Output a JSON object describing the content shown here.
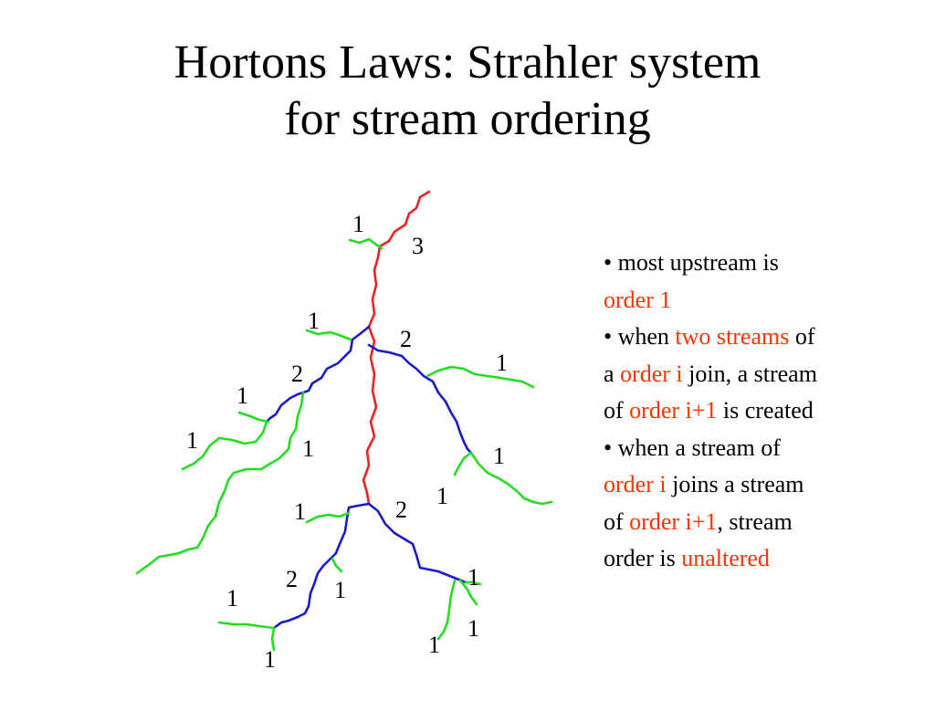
{
  "slide": {
    "title_line1": "Hortons Laws:  Strahler system",
    "title_line2": "for stream ordering"
  },
  "colors": {
    "order1": "#22dd22",
    "order2": "#1a1acc",
    "order3": "#ee2222",
    "highlight": "#ff3300"
  },
  "diagram": {
    "labels": [
      "1",
      "3",
      "1",
      "2",
      "1",
      "2",
      "1",
      "1",
      "1",
      "1",
      "1",
      "1",
      "2",
      "1",
      "2",
      "1",
      "1",
      "1",
      "1",
      "1"
    ]
  },
  "notes": {
    "b1_text": "• most upstream is",
    "b1_order1": "order 1",
    "b2_when": "• when ",
    "b2_two_streams": "two streams",
    "b2_of": " of",
    "b2_a": "a ",
    "b2_order_i": "order i",
    "b2_join": " join, a stream",
    "b2_of2": "of ",
    "b2_order_i1": "order i+1",
    "b2_created": " is created",
    "b3_when": "•  when a stream of",
    "b3_order_i": "order i",
    "b3_joins": " joins a stream",
    "b3_of": "of ",
    "b3_order_i1": "order i+1",
    "b3_stream": ", stream",
    "b3_order_is": "order is ",
    "b3_unaltered": "unaltered"
  }
}
